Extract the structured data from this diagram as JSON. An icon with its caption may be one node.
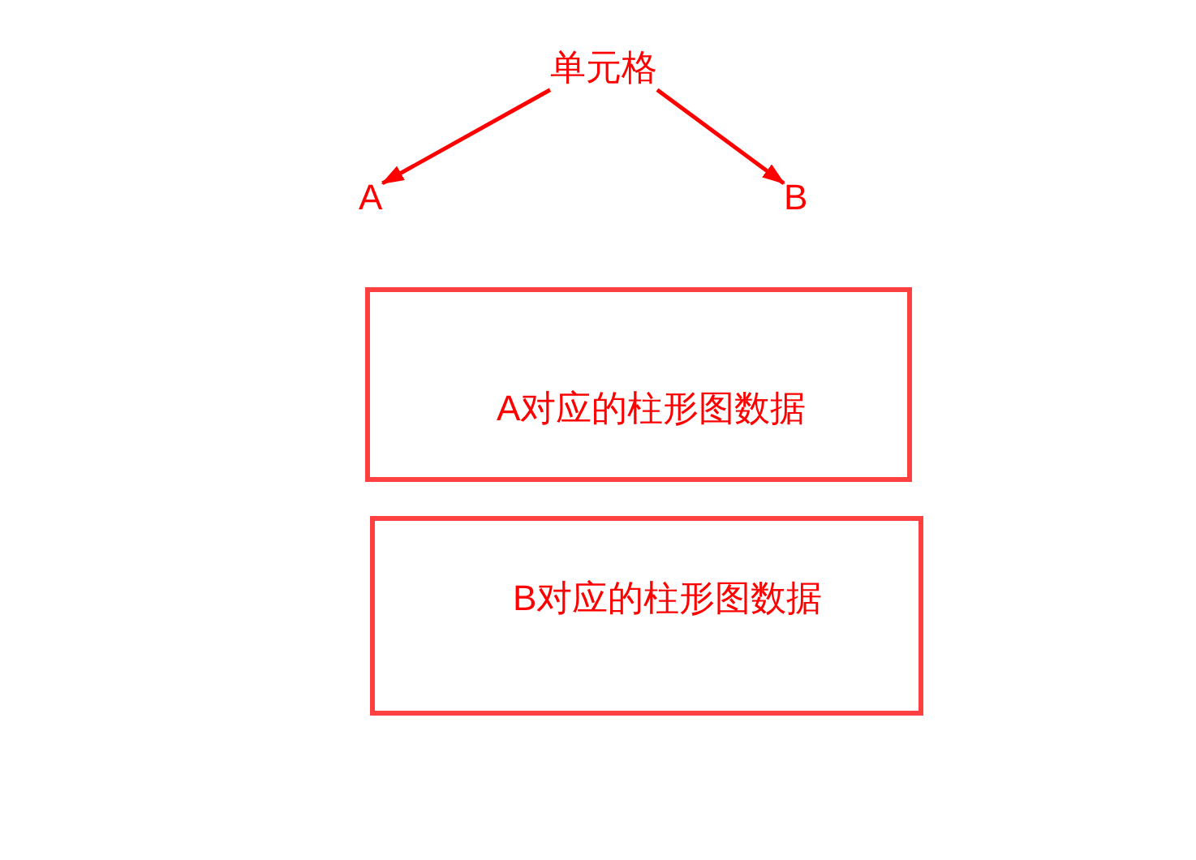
{
  "diagram": {
    "nodes": [
      {
        "text": [
          "单元格"
        ]
      },
      {
        "text": [
          "A"
        ]
      },
      {
        "text": [
          "B"
        ]
      },
      {
        "text": [
          "A对应的柱形图数据"
        ]
      },
      {
        "text": [
          "B对应的柱形图数据"
        ]
      }
    ],
    "edges": [
      {
        "from": 0,
        "to": 1,
        "arrow": "to"
      },
      {
        "from": 0,
        "to": 2,
        "arrow": "to"
      }
    ]
  }
}
